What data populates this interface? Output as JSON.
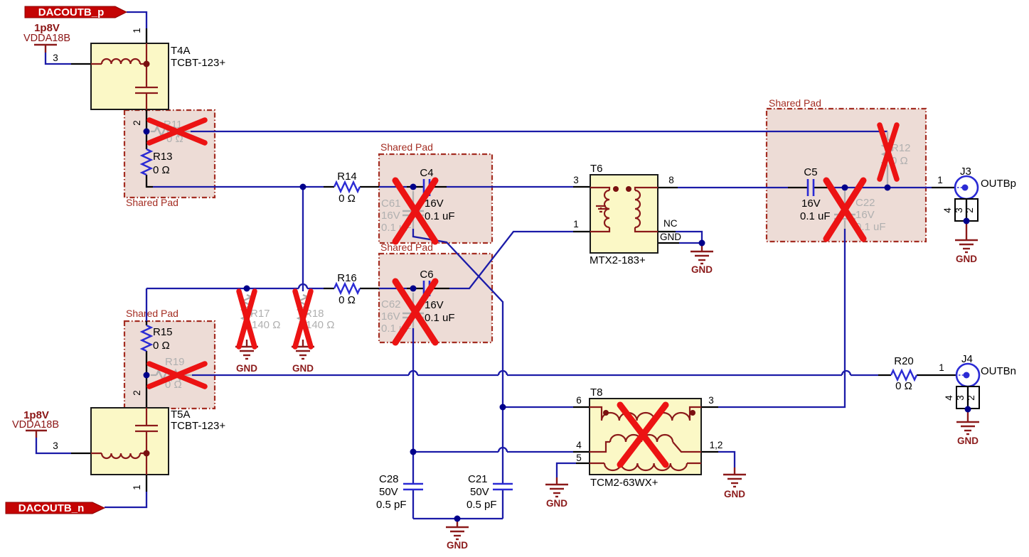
{
  "labels": {
    "shared_pad": "Shared Pad",
    "gnd": "GND"
  },
  "flags": {
    "pos": "DACOUTB_p",
    "neg": "DACOUTB_n"
  },
  "power": {
    "rail": "1p8V",
    "net": "VDDA18B"
  },
  "components": {
    "t4a": {
      "ref": "T4A",
      "part": "TCBT-123+",
      "pin1": "1",
      "pin2": "2",
      "pin3": "3"
    },
    "t5a": {
      "ref": "T5A",
      "part": "TCBT-123+",
      "pin1": "1",
      "pin2": "2",
      "pin3": "3"
    },
    "t6": {
      "ref": "T6",
      "part": "MTX2-183+",
      "pin3": "3",
      "pin1": "1",
      "pin8": "8",
      "pin_nc": "NC",
      "pin_gnd": "GND"
    },
    "t8": {
      "ref": "T8",
      "part": "TCM2-63WX+",
      "pin6": "6",
      "pin4": "4",
      "pin5": "5",
      "pin3": "3",
      "pin12": "1,2"
    },
    "r11": {
      "ref": "R11",
      "value": "0 Ω"
    },
    "r12": {
      "ref": "R12",
      "value": "0 Ω"
    },
    "r13": {
      "ref": "R13",
      "value": "0 Ω"
    },
    "r14": {
      "ref": "R14",
      "value": "0 Ω"
    },
    "r15": {
      "ref": "R15",
      "value": "0 Ω"
    },
    "r16": {
      "ref": "R16",
      "value": "0 Ω"
    },
    "r17": {
      "ref": "R17",
      "value": "140 Ω"
    },
    "r18": {
      "ref": "R18",
      "value": "140 Ω"
    },
    "r19": {
      "ref": "R19",
      "value": "0 Ω"
    },
    "r20": {
      "ref": "R20",
      "value": "0 Ω"
    },
    "c4": {
      "ref": "C4",
      "voltage": "16V",
      "value": "0.1 uF"
    },
    "c5": {
      "ref": "C5",
      "voltage": "16V",
      "value": "0.1 uF"
    },
    "c6": {
      "ref": "C6",
      "voltage": "16V",
      "value": "0.1 uF"
    },
    "c22": {
      "ref": "C22",
      "voltage": "16V",
      "value": "0.1 uF"
    },
    "c61": {
      "ref": "C61",
      "voltage": "16V",
      "value": "0.1 uF"
    },
    "c62": {
      "ref": "C62",
      "voltage": "16V",
      "value": "0.1 uF"
    },
    "c28": {
      "ref": "C28",
      "voltage": "50V",
      "value": "0.5 pF"
    },
    "c21": {
      "ref": "C21",
      "voltage": "50V",
      "value": "0.5 pF"
    },
    "j3": {
      "ref": "J3",
      "net": "OUTBp",
      "pin1": "1",
      "shield": [
        "4",
        "3",
        "2"
      ]
    },
    "j4": {
      "ref": "J4",
      "net": "OUTBn",
      "pin1": "1",
      "shield": [
        "4",
        "3",
        "2"
      ]
    }
  },
  "colors": {
    "wire": "#1b1ba8",
    "junction": "#00008b",
    "component_fill": "#fbf8c6",
    "maroon": "#8b1a1a",
    "shared_pad_border": "#a42d22",
    "shared_pad_fill": "#eddcd6",
    "np_gray": "#b0b0b0",
    "x_red": "#ec1313",
    "flag_red": "#c40404",
    "blue_part": "#2a2ad4"
  }
}
